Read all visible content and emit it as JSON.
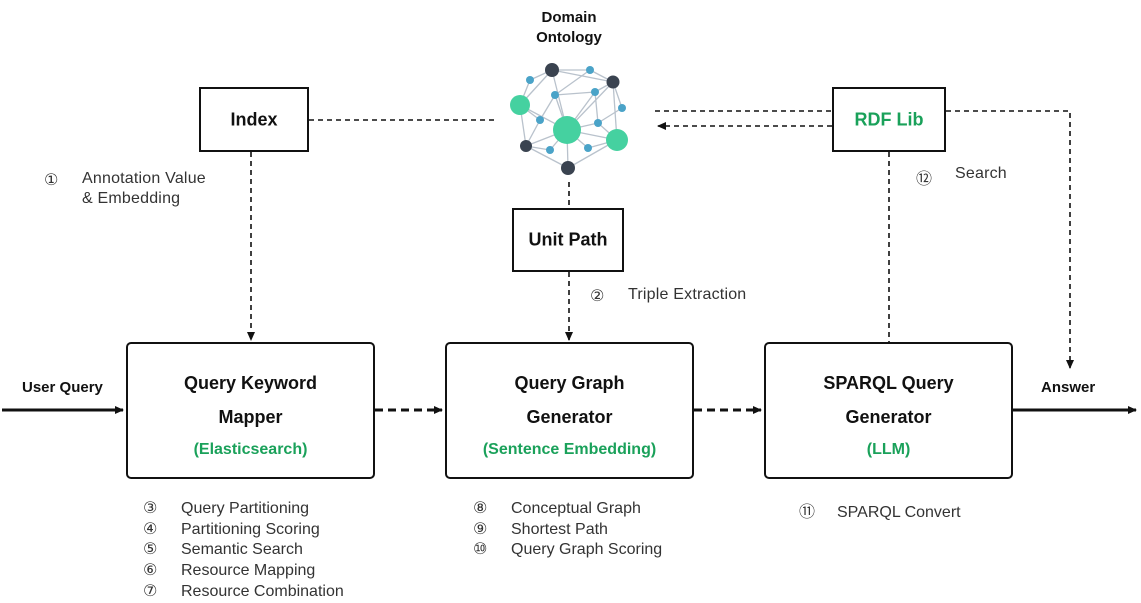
{
  "ontology": {
    "title_line1": "Domain",
    "title_line2": "Ontology"
  },
  "boxes": {
    "index": "Index",
    "rdf_lib": "RDF Lib",
    "unit_path": "Unit Path",
    "mapper": {
      "line1": "Query Keyword",
      "line2": "Mapper",
      "sub": "(Elasticsearch)"
    },
    "graph_gen": {
      "line1": "Query Graph",
      "line2": "Generator",
      "sub": "(Sentence Embedding)"
    },
    "sparql_gen": {
      "line1": "SPARQL Query",
      "line2": "Generator",
      "sub": "(LLM)"
    }
  },
  "io": {
    "user_query": "User Query",
    "answer": "Answer"
  },
  "annotations": {
    "annotation_value": {
      "num": "①",
      "line1": "Annotation Value",
      "line2": "& Embedding"
    },
    "triple_extraction": {
      "num": "②",
      "text": "Triple Extraction"
    },
    "search": {
      "num": "⑫",
      "text": "Search"
    }
  },
  "mapper_steps": [
    {
      "num": "③",
      "text": "Query Partitioning"
    },
    {
      "num": "④",
      "text": "Partitioning Scoring"
    },
    {
      "num": "⑤",
      "text": "Semantic Search"
    },
    {
      "num": "⑥",
      "text": "Resource Mapping"
    },
    {
      "num": "⑦",
      "text": "Resource Combination"
    }
  ],
  "graph_steps": [
    {
      "num": "⑧",
      "text": "Conceptual Graph"
    },
    {
      "num": "⑨",
      "text": "Shortest Path"
    },
    {
      "num": "⑩",
      "text": "Query Graph Scoring"
    }
  ],
  "sparql_steps": [
    {
      "num": "⑪",
      "text": "SPARQL Convert"
    }
  ],
  "colors": {
    "accent_green": "#1aa15a",
    "node_green": "#45d1a0",
    "node_blue": "#4aa3c8",
    "node_dark": "#3a4350",
    "edge": "#b9c2cc"
  }
}
